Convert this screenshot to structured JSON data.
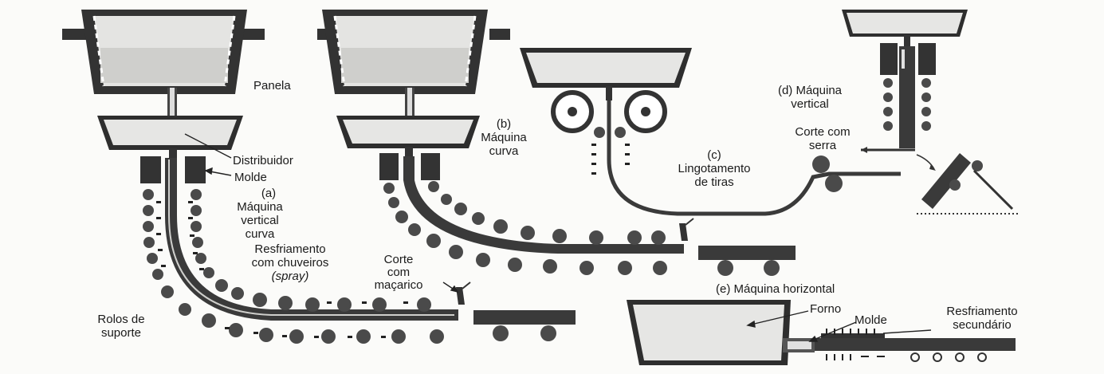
{
  "labels": {
    "panela": "Panela",
    "distribuidor": "Distribuidor",
    "molde": "Molde",
    "a_title": "(a)",
    "a_line1": "Máquina",
    "a_line2": "vertical",
    "a_line3": "curva",
    "resfriamento_1": "Resfriamento",
    "resfriamento_2": "com chuveiros",
    "resfriamento_3": "(spray)",
    "corte_1": "Corte",
    "corte_2": "com",
    "corte_3": "maçarico",
    "rolos_1": "Rolos de",
    "rolos_2": "suporte",
    "b_line1": "(b)",
    "b_line2": "Máquina",
    "b_line3": "curva",
    "c_line1": "(c)",
    "c_line2": "Lingotamento",
    "c_line3": "de tiras",
    "d_line1": "(d) Máquina",
    "d_line2": "vertical",
    "serra_1": "Corte com",
    "serra_2": "serra",
    "e_title": "(e) Máquina horizontal",
    "forno": "Forno",
    "molde_e": "Molde",
    "resf_sec_1": "Resfriamento",
    "resf_sec_2": "secundário"
  },
  "colors": {
    "ink": "#1a1a1a",
    "steel": "#3a3a3a",
    "metal_fill": "#e6e6e4",
    "roll": "#4a4a4a"
  }
}
